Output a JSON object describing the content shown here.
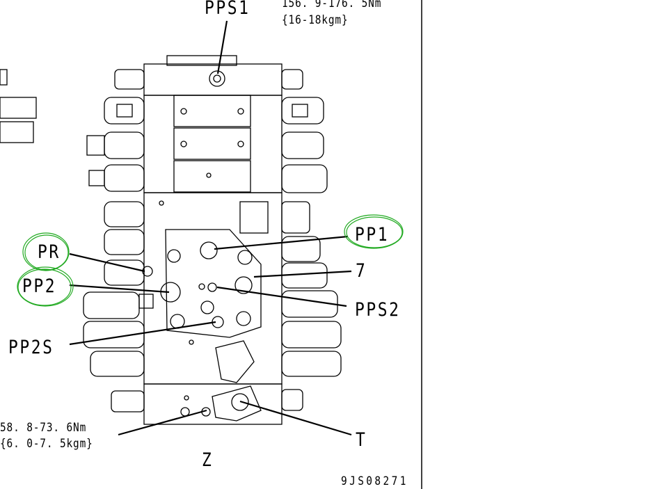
{
  "labels": {
    "pps1": "PPS1",
    "torque_top_nm": "156. 9-176. 5Nm",
    "torque_top_kgm": "{16-18kgm}",
    "pp1": "PP1",
    "item7": "7",
    "pps2": "PPS2",
    "pr": "PR",
    "pp2": "PP2",
    "pp2s": "PP2S",
    "torque_bottom_nm": "58. 8-73. 6Nm",
    "torque_bottom_kgm": "{6. 0-7. 5kgm}",
    "view_z": "Z",
    "port_t": "T",
    "drawing_code": "9JS08271"
  },
  "colors": {
    "highlight": "#22aa22",
    "line": "#000000"
  }
}
